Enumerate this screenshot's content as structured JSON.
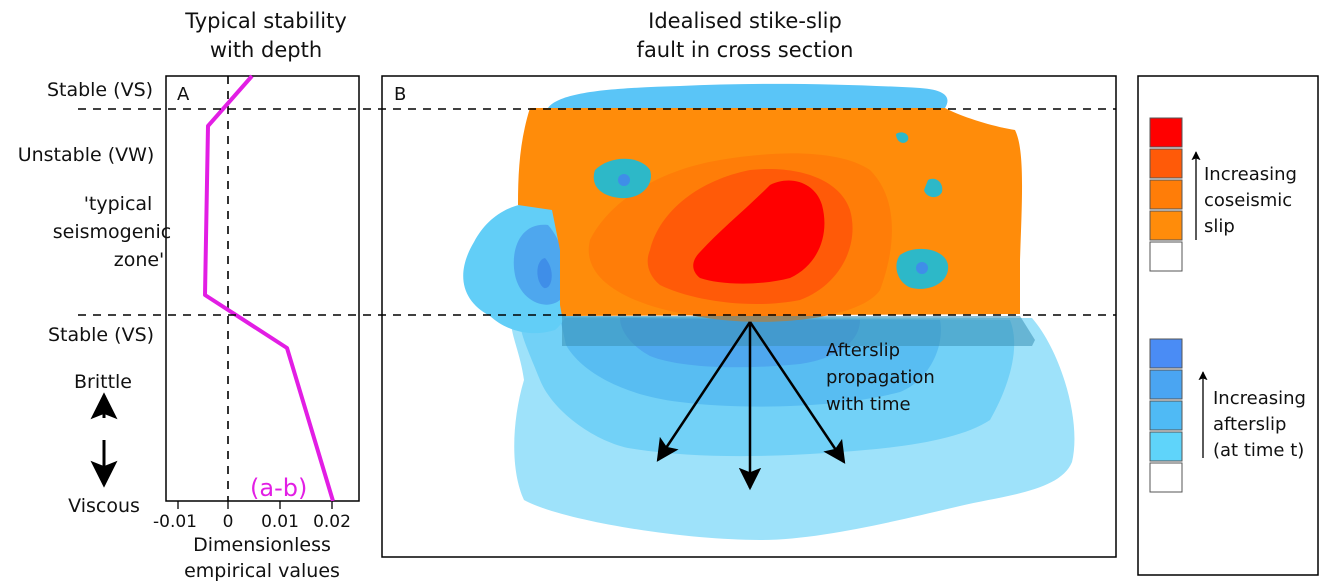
{
  "panel_a": {
    "title_line1": "Typical stability",
    "title_line2": "with depth",
    "letter": "A",
    "zone_stable_top": "Stable (VS)",
    "zone_unstable": "Unstable (VW)",
    "seismogenic_line1": "'typical",
    "seismogenic_line2": "seismogenic",
    "seismogenic_line3": "zone'",
    "zone_stable_bottom": "Stable (VS)",
    "brittle": "Brittle",
    "viscous": "Viscous",
    "curve_label": "(a-b)",
    "tick_labels": [
      "-0.01",
      "0",
      "0.01",
      "0.02"
    ],
    "xlabel_line1": "Dimensionless",
    "xlabel_line2": "empirical values",
    "curve_color": "#e21ee4"
  },
  "panel_b": {
    "title_line1": "Idealised stike-slip",
    "title_line2": "fault in cross section",
    "letter": "B",
    "afterslip_line1": "Afterslip",
    "afterslip_line2": "propagation",
    "afterslip_line3": "with time"
  },
  "legend": {
    "coseismic_line1": "Increasing",
    "coseismic_line2": "coseismic",
    "coseismic_line3": "slip",
    "coseismic_colors": [
      "#ff0000",
      "#ff5a08",
      "#ff7d08",
      "#ff8c0a",
      "#ffffff"
    ],
    "afterslip_line1": "Increasing",
    "afterslip_line2": "afterslip",
    "afterslip_line3": "(at time t)",
    "afterslip_colors": [
      "#4a8cf5",
      "#4aa5f2",
      "#4fbaf5",
      "#5fd4fa",
      "#ffffff"
    ]
  }
}
